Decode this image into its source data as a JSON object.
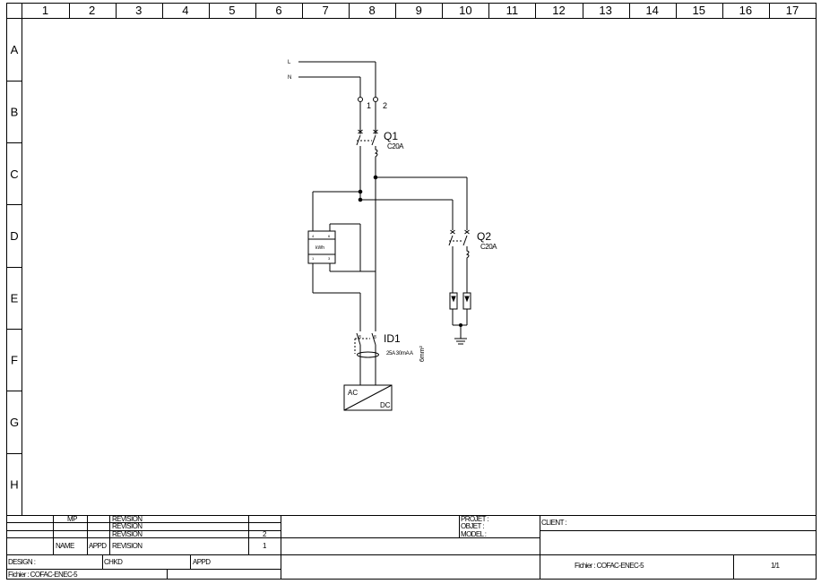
{
  "grid": {
    "columns": [
      "1",
      "2",
      "3",
      "4",
      "5",
      "6",
      "7",
      "8",
      "9",
      "10",
      "11",
      "12",
      "13",
      "14",
      "15",
      "16",
      "17"
    ],
    "rows": [
      "A",
      "B",
      "C",
      "D",
      "E",
      "F",
      "G",
      "H"
    ]
  },
  "schematic": {
    "line_L": "L",
    "line_N": "N",
    "terminal_1": "1",
    "terminal_2": "2",
    "q1_name": "Q1",
    "q1_rating": "C20A",
    "q2_name": "Q2",
    "q2_rating": "C20A",
    "meter_label": "kWh",
    "meter_t4": "4",
    "meter_t6": "6",
    "meter_t1": "1",
    "meter_t3": "3",
    "id1_name": "ID1",
    "id1_rating": "25A 30mA A",
    "id1_rotated": "6mm²",
    "id1_t8a": "8",
    "id1_t8b": "8",
    "inverter_ac": "AC",
    "inverter_dc": "DC"
  },
  "title_block": {
    "mp": "MP",
    "rev_row1": "REVISION",
    "rev_row2": "REVISION",
    "rev_row3": "REVISION",
    "rev_row3_num": "2",
    "name": "NAME",
    "appd_header": "APPD",
    "rev_row4": "REVISION",
    "rev_row4_num": "1",
    "design": "DESIGN :",
    "chkd": "CHKD",
    "appd": "APPD",
    "fichier_left": "Fichier : COFAC-ENEC-5",
    "projet": "PROJET :",
    "objet": "OBJET :",
    "model": "MODEL :",
    "client": "CLIENT :",
    "fichier_right": "Fichier : COFAC-ENEC-5",
    "page": "1/1"
  }
}
